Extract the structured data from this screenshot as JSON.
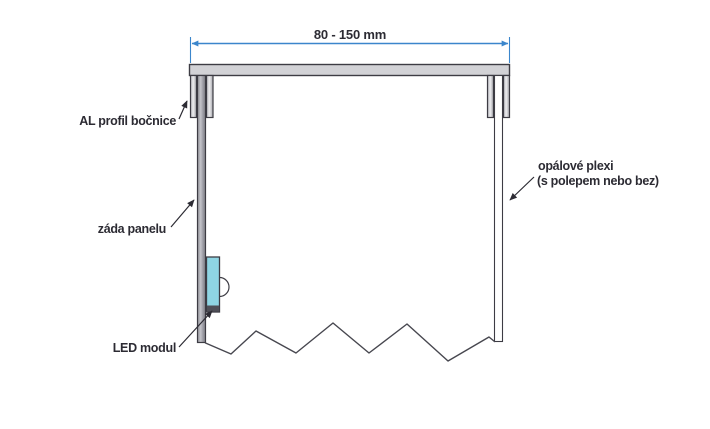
{
  "diagram": {
    "title_context": "LED panel cross-section",
    "dimension": {
      "label": "80 - 150 mm"
    },
    "labels": {
      "side_profile": "AL profil bočnice",
      "panel_back": "záda panelu",
      "led_module": "LED modul",
      "plexi_line1": "opálové plexi",
      "plexi_line2": "(s polepem nebo bez)"
    }
  },
  "colors": {
    "dimension": "#3b86cc",
    "led": "#8fd5e3",
    "led-cap": "#4f4f57",
    "profile-light": "#d2d2d6",
    "profile-dark": "#9a9aa0",
    "outline": "#3d3c44",
    "break": "#47474f",
    "label": "#2c2b33"
  }
}
